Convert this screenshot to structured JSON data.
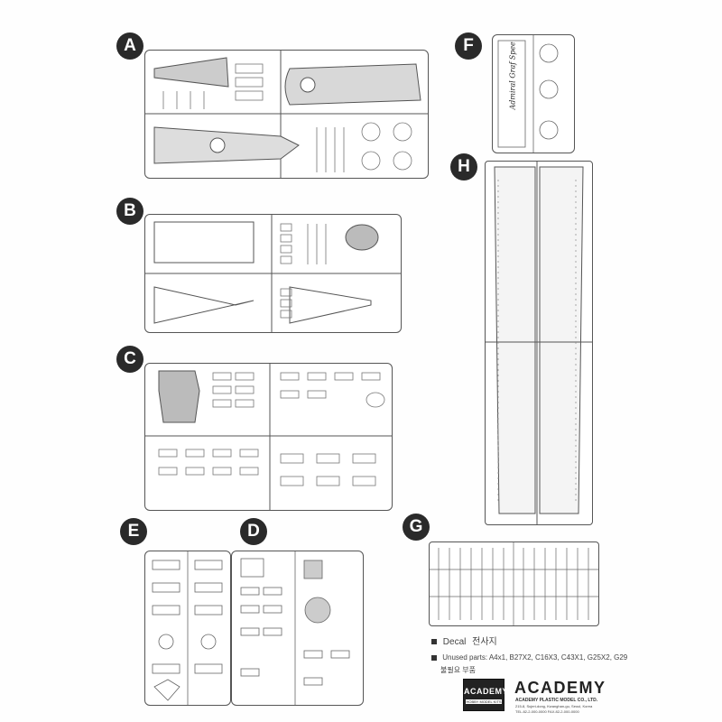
{
  "sprues": {
    "a": {
      "letter": "A"
    },
    "b": {
      "letter": "B"
    },
    "c": {
      "letter": "C"
    },
    "d": {
      "letter": "D"
    },
    "e": {
      "letter": "E"
    },
    "f": {
      "letter": "F",
      "decal_text": "Admiral Graf Spee"
    },
    "g": {
      "letter": "G"
    },
    "h": {
      "letter": "H"
    }
  },
  "legend": {
    "decal_label": "Decal",
    "decal_korean": "전사지",
    "unused_label": "Unused parts:",
    "unused_list": "A4x1, B27X2, C16X3, C43X1, G25X2, G29",
    "unused_korean": "불필요 부품"
  },
  "brand": {
    "badge_name": "ACADEMY",
    "badge_sub": "HOBBY MODEL KITS",
    "name": "ACADEMY",
    "company": "ACADEMY PLASTIC MODEL CO., LTD.",
    "address": "215-8, Sujeri-dong, Kwanghan-gu, Seoul, Korea",
    "phone": "TEL.82-2-000-0000  FAX.82-2-000-0000"
  }
}
